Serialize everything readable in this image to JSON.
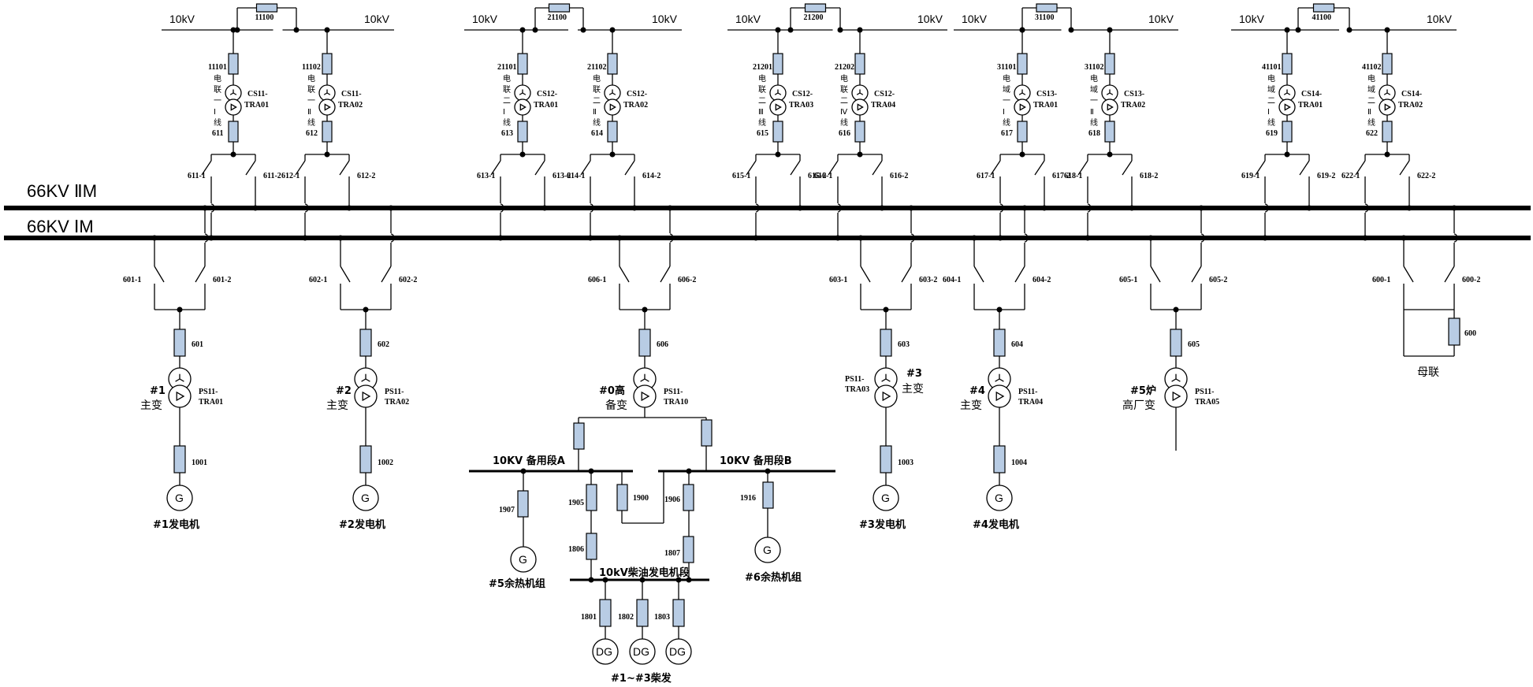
{
  "buses": {
    "bus2": "66KV ⅡM",
    "bus1": "66KV ⅠM"
  },
  "tops": [
    {
      "bus": "11100",
      "left_kv": "10kV",
      "right_kv": "10kV",
      "feeders": [
        {
          "top": "11101",
          "name": [
            "电",
            "联",
            "一",
            "Ⅰ",
            "线"
          ],
          "tr": [
            "CS11-",
            "TRA01"
          ],
          "brk": "611",
          "sw1": "611-1",
          "sw2": "611-2"
        },
        {
          "top": "11102",
          "name": [
            "电",
            "联",
            "一",
            "Ⅱ",
            "线"
          ],
          "tr": [
            "CS11-",
            "TRA02"
          ],
          "brk": "612",
          "sw1": "612-1",
          "sw2": "612-2"
        }
      ]
    },
    {
      "bus": "21100",
      "left_kv": "10kV",
      "right_kv": "10kV",
      "feeders": [
        {
          "top": "21101",
          "name": [
            "电",
            "联",
            "二",
            "Ⅰ",
            "线"
          ],
          "tr": [
            "CS12-",
            "TRA01"
          ],
          "brk": "613",
          "sw1": "613-1",
          "sw2": "613-2"
        },
        {
          "top": "21102",
          "name": [
            "电",
            "联",
            "二",
            "Ⅱ",
            "线"
          ],
          "tr": [
            "CS12-",
            "TRA02"
          ],
          "brk": "614",
          "sw1": "614-1",
          "sw2": "614-2"
        }
      ]
    },
    {
      "bus": "21200",
      "left_kv": "10kV",
      "right_kv": "10kV",
      "feeders": [
        {
          "top": "21201",
          "name": [
            "电",
            "联",
            "二",
            "Ⅲ",
            "线"
          ],
          "tr": [
            "CS12-",
            "TRA03"
          ],
          "brk": "615",
          "sw1": "615-1",
          "sw2": "615-2"
        },
        {
          "top": "21202",
          "name": [
            "电",
            "联",
            "二",
            "Ⅳ",
            "线"
          ],
          "tr": [
            "CS12-",
            "TRA04"
          ],
          "brk": "616",
          "sw1": "616-1",
          "sw2": "616-2"
        }
      ]
    },
    {
      "bus": "31100",
      "left_kv": "10kV",
      "right_kv": "10kV",
      "feeders": [
        {
          "top": "31101",
          "name": [
            "电",
            "域",
            "一",
            "Ⅰ",
            "线"
          ],
          "tr": [
            "CS13-",
            "TRA01"
          ],
          "brk": "617",
          "sw1": "617-1",
          "sw2": "617-2"
        },
        {
          "top": "31102",
          "name": [
            "电",
            "域",
            "一",
            "Ⅱ",
            "线"
          ],
          "tr": [
            "CS13-",
            "TRA02"
          ],
          "brk": "618",
          "sw1": "618-1",
          "sw2": "618-2"
        }
      ]
    },
    {
      "bus": "41100",
      "left_kv": "10kV",
      "right_kv": "10kV",
      "feeders": [
        {
          "top": "41101",
          "name": [
            "电",
            "域",
            "二",
            "Ⅰ",
            "线"
          ],
          "tr": [
            "CS14-",
            "TRA01"
          ],
          "brk": "619",
          "sw1": "619-1",
          "sw2": "619-2"
        },
        {
          "top": "41102",
          "name": [
            "电",
            "域",
            "二",
            "Ⅱ",
            "线"
          ],
          "tr": [
            "CS14-",
            "TRA02"
          ],
          "brk": "622",
          "sw1": "622-1",
          "sw2": "622-2"
        }
      ]
    }
  ],
  "bottoms": [
    {
      "sw1": "601-1",
      "sw2": "601-2",
      "brk": "601",
      "tr": [
        "PS11-",
        "TRA01"
      ],
      "name1": "#1",
      "name2": "主变",
      "brk2": "1001",
      "gen": "G",
      "gen_label": "#1发电机"
    },
    {
      "sw1": "602-1",
      "sw2": "602-2",
      "brk": "602",
      "tr": [
        "PS11-",
        "TRA02"
      ],
      "name1": "#2",
      "name2": "主变",
      "brk2": "1002",
      "gen": "G",
      "gen_label": "#2发电机"
    },
    {
      "sw1": "606-1",
      "sw2": "606-2",
      "brk": "606",
      "tr": [
        "PS11-",
        "TRA10"
      ],
      "name1": "#0高",
      "name2": "备变"
    },
    {
      "sw1": "603-1",
      "sw2": "603-2",
      "brk": "603",
      "tr": [
        "PS11-",
        "TRA03"
      ],
      "name1": "#3",
      "name2": "主变",
      "brk2": "1003",
      "gen": "G",
      "gen_label": "#3发电机"
    },
    {
      "sw1": "604-1",
      "sw2": "604-2",
      "brk": "604",
      "tr": [
        "PS11-",
        "TRA04"
      ],
      "name1": "#4",
      "name2": "主变",
      "brk2": "1004",
      "gen": "G",
      "gen_label": "#4发电机"
    },
    {
      "sw1": "605-1",
      "sw2": "605-2",
      "brk": "605",
      "tr": [
        "PS11-",
        "TRA05"
      ],
      "name1": "#5炉",
      "name2": "高厂变"
    },
    {
      "sw1": "600-1",
      "sw2": "600-2",
      "brk": "600",
      "name2": "母联"
    }
  ],
  "standby": {
    "busA": "10KV 备用段A",
    "busB": "10KV 备用段B",
    "b1907": "1907",
    "b1905": "1905",
    "b1900": "1900",
    "b1906": "1906",
    "b1916": "1916",
    "b1806": "1806",
    "b1807": "1807",
    "gen5": "G",
    "gen5_label": "#5余热机组",
    "gen6": "G",
    "gen6_label": "#6余热机组",
    "diesel_bus": "10kV柴油发电机段",
    "diesels": [
      {
        "brk": "1801",
        "gen": "DG"
      },
      {
        "brk": "1802",
        "gen": "DG"
      },
      {
        "brk": "1803",
        "gen": "DG"
      }
    ],
    "diesel_label": "#1~#3柴发"
  }
}
